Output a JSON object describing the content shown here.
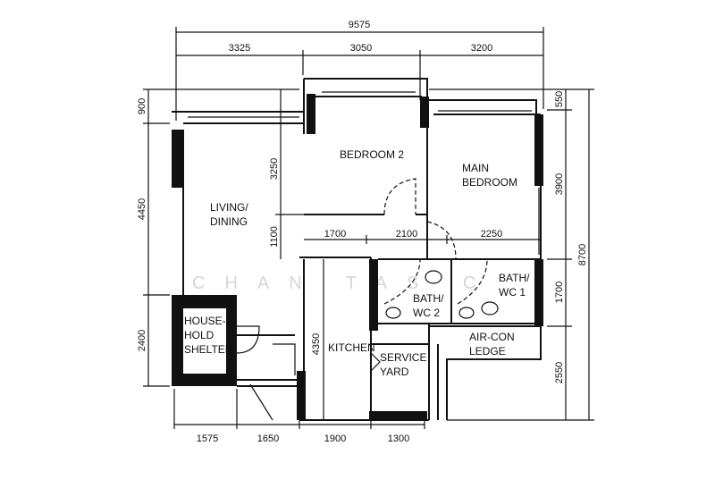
{
  "watermark": "CHAN TAS C",
  "dimensions": {
    "top_total": "9575",
    "top": [
      "3325",
      "3050",
      "3200"
    ],
    "left": [
      "900",
      "4450",
      "2400"
    ],
    "inner_left": [
      "3250",
      "1100"
    ],
    "inner_horizontal": [
      "1700",
      "2100",
      "2250"
    ],
    "right": [
      "550",
      "3900",
      "1700",
      "2550"
    ],
    "right_total": "8700",
    "kitchen_height": "4350",
    "bottom": [
      "1575",
      "1650",
      "1900",
      "1300"
    ]
  },
  "rooms": {
    "bedroom2": [
      "BEDROOM 2"
    ],
    "main_bedroom": [
      "MAIN",
      "BEDROOM"
    ],
    "living": [
      "LIVING/",
      "DINING"
    ],
    "shelter": [
      "HOUSE-",
      "HOLD",
      "SHELTER"
    ],
    "kitchen": [
      "KITCHEN"
    ],
    "service_yard": [
      "SERVICE",
      "YARD"
    ],
    "bath2": [
      "BATH/",
      "WC 2"
    ],
    "bath1": [
      "BATH/",
      "WC 1"
    ],
    "aircon": [
      "AIR-CON",
      "LEDGE"
    ]
  }
}
